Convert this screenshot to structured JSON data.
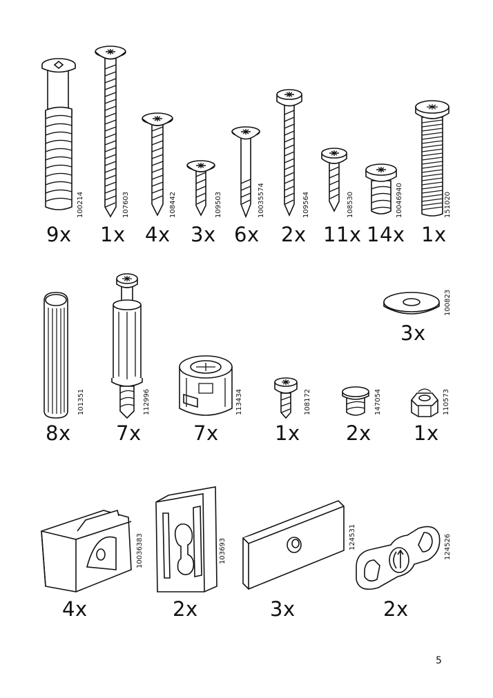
{
  "page_number": "5",
  "rows": [
    {
      "parts": [
        {
          "name": "part-100214",
          "icon": "socket-screw-icon",
          "code": "100214",
          "qty": "9x"
        },
        {
          "name": "part-107603",
          "icon": "long-wood-screw-icon",
          "code": "107603",
          "qty": "1x"
        },
        {
          "name": "part-108442",
          "icon": "wood-screw-icon",
          "code": "108442",
          "qty": "4x"
        },
        {
          "name": "part-109503",
          "icon": "short-wood-screw-icon",
          "code": "109503",
          "qty": "3x"
        },
        {
          "name": "part-10035574",
          "icon": "countersunk-screw-icon",
          "code": "10035574",
          "qty": "6x"
        },
        {
          "name": "part-109564",
          "icon": "pan-head-screw-icon",
          "code": "109564",
          "qty": "2x"
        },
        {
          "name": "part-108530",
          "icon": "short-pan-screw-icon",
          "code": "108530",
          "qty": "11x"
        },
        {
          "name": "part-10046940",
          "icon": "stud-screw-icon",
          "code": "10046940",
          "qty": "14x"
        },
        {
          "name": "part-151020",
          "icon": "machine-bolt-icon",
          "code": "151020",
          "qty": "1x"
        }
      ]
    },
    {
      "parts": [
        {
          "name": "part-101351",
          "icon": "wooden-dowel-icon",
          "code": "101351",
          "qty": "8x"
        },
        {
          "name": "part-112996",
          "icon": "connector-bolt-icon",
          "code": "112996",
          "qty": "7x"
        },
        {
          "name": "part-113434",
          "icon": "cam-lock-icon",
          "code": "113434",
          "qty": "7x"
        },
        {
          "name": "part-108172",
          "icon": "small-screw-icon",
          "code": "108172",
          "qty": "1x"
        },
        {
          "name": "part-147054",
          "icon": "plastic-plug-icon",
          "code": "147054",
          "qty": "2x"
        },
        {
          "name": "part-110573",
          "icon": "hex-nut-icon",
          "code": "110573",
          "qty": "1x"
        },
        {
          "name": "part-100823",
          "icon": "washer-icon",
          "code": "100823",
          "qty": "3x"
        }
      ]
    },
    {
      "parts": [
        {
          "name": "part-10036383",
          "icon": "bracket-clip-icon",
          "code": "10036383",
          "qty": "4x"
        },
        {
          "name": "part-103693",
          "icon": "keyhole-plate-icon",
          "code": "103693",
          "qty": "2x"
        },
        {
          "name": "part-124531",
          "icon": "flat-plate-icon",
          "code": "124531",
          "qty": "3x"
        },
        {
          "name": "part-124526",
          "icon": "cam-key-icon",
          "code": "124526",
          "qty": "2x"
        }
      ]
    }
  ]
}
